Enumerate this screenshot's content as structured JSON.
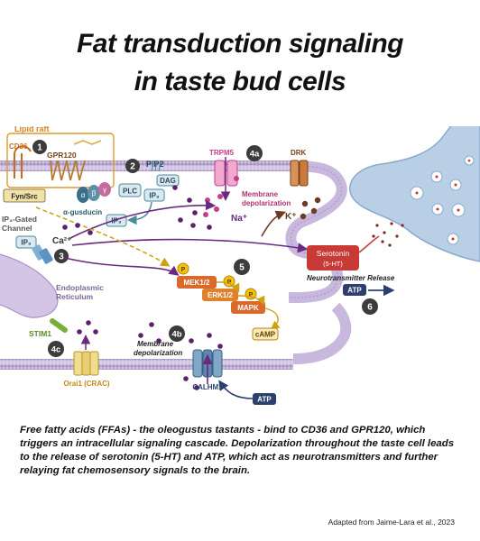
{
  "title_line1": "Fat transduction signaling",
  "title_line2": "in taste bud cells",
  "labels": {
    "lipid_raft": "Lipid raft",
    "cd36": "CD36",
    "gpr120": "GPR120",
    "fyn_src": "Fyn/Src",
    "alpha": "α",
    "beta": "β",
    "gamma": "γ",
    "alpha_gusducin": "α-gusducin",
    "plc": "PLC",
    "pip2": "PIP2",
    "dag": "DAG",
    "ip3": "IP₃",
    "ip3_channel_line1": "IP₃-Gated",
    "ip3_channel_line2": "Channel",
    "ca": "Ca²⁺",
    "er_line1": "Endoplasmic",
    "er_line2": "Reticulum",
    "stim1": "STIM1",
    "orai1": "Orai1 (CRAC)",
    "trpm5": "TRPM5",
    "membrane_depol_line1": "Membrane",
    "membrane_depol_line2": "depolarization",
    "na": "Na⁺",
    "drk": "DRK",
    "k": "K⁺",
    "p": "P",
    "mek": "MEK1/2",
    "erk": "ERK1/2",
    "mapk": "MAPK",
    "camp": "cAMP",
    "serotonin_line1": "Serotonin",
    "serotonin_line2": "(5-HT)",
    "nt_release": "Neurotransmitter Release",
    "atp": "ATP",
    "calhm1": "CALHM1"
  },
  "steps": [
    "1",
    "2",
    "3",
    "4a",
    "4b",
    "4c",
    "5",
    "6"
  ],
  "caption": "Free fatty acids (FFAs) - the oleogustus tastants - bind to CD36 and GPR120, which triggers an intracellular signaling cascade. Depolarization throughout the taste cell leads to the release of serotonin (5-HT) and ATP, which act as neurotransmitters and further relaying fat chemosensory signals to the brain.",
  "credit": "Adapted from Jaime-Lara et al., 2023",
  "colors": {
    "membrane": "#b9a8cf",
    "membrane_dark": "#8d78ad",
    "purple": "#6a2a7e",
    "dot": "#5e1f6e",
    "brown": "#6b3b24",
    "yellow": "#f4c20d",
    "orange": "#e0822a",
    "navy": "#2d3f6d",
    "red": "#c73a35",
    "neuron": "#b8cfe6",
    "teal": "#4a8a9a",
    "green": "#7ab03a"
  }
}
